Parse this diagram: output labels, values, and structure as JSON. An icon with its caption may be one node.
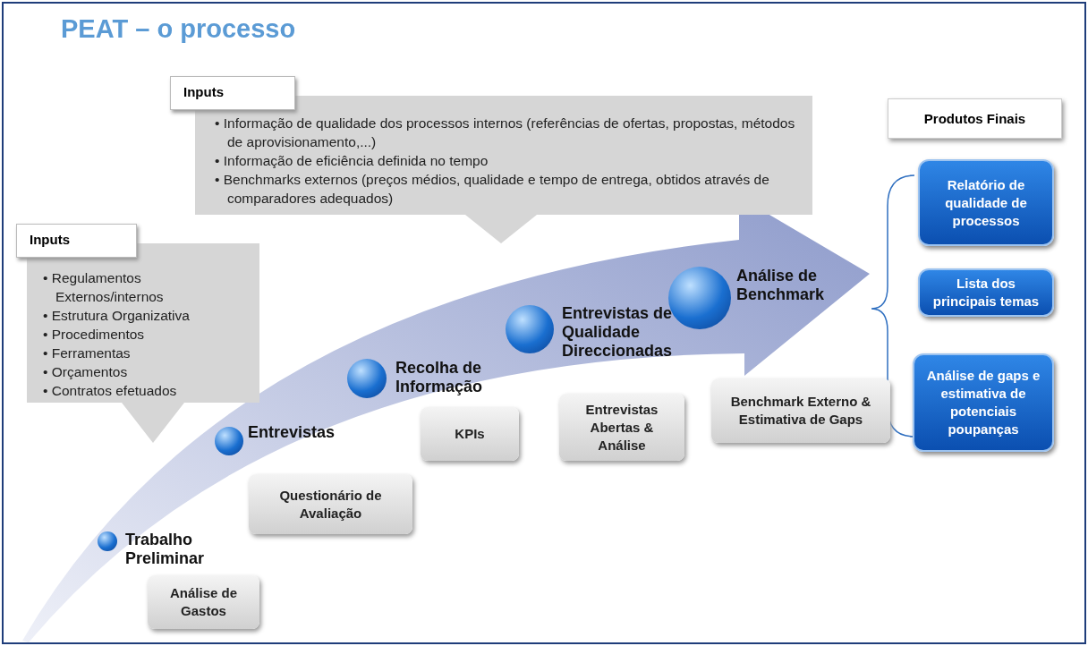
{
  "diagram": {
    "title": "PEAT – o processo",
    "nodes": [
      {
        "text": [
          "Inputs",
          "• Informação de qualidade dos processos internos (referências de ofertas, propostas, métodos de aprovisionamento,...)",
          "• Informação de eficiência definida no tempo",
          "• Benchmarks externos (preços médios, qualidade e tempo de entrega, obtidos através de comparadores adequados)"
        ]
      },
      {
        "text": [
          "Produtos Finais"
        ]
      },
      {
        "text": [
          "Inputs",
          "• Regulamentos Externos/internos",
          "• Estrutura Organizativa",
          "• Procedimentos",
          "• Ferramentas",
          "• Orçamentos",
          "• Contratos efetuados"
        ]
      },
      {
        "text": [
          "Relatório de qualidade de processos"
        ]
      },
      {
        "text": [
          "Lista dos principais temas"
        ]
      },
      {
        "text": [
          "Análise de gaps e estimativa de potenciais poupanças"
        ]
      },
      {
        "text": [
          "Análise de Benchmark"
        ]
      },
      {
        "text": [
          "Entrevistas de Qualidade Direccionadas"
        ]
      },
      {
        "text": [
          "Recolha de Informação"
        ]
      },
      {
        "text": [
          "Entrevistas"
        ]
      },
      {
        "text": [
          "Benchmark Externo & Estimativa de Gaps"
        ]
      },
      {
        "text": [
          "Entrevistas Abertas & Análise"
        ]
      },
      {
        "text": [
          "KPIs"
        ]
      },
      {
        "text": [
          "Questionário de Avaliação"
        ]
      },
      {
        "text": [
          "Trabalho Preliminar"
        ]
      },
      {
        "text": [
          "Análise de Gastos"
        ]
      }
    ]
  }
}
